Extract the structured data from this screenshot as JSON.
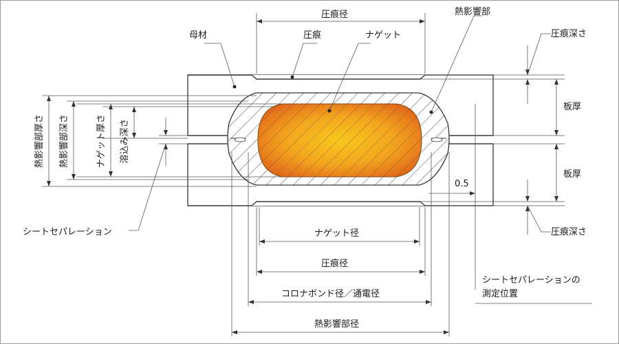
{
  "labels": {
    "base_metal": "母材",
    "indentation": "圧痕",
    "nugget": "ナゲット",
    "haz": "熱影響部",
    "indentation_diameter_top": "圧痕径",
    "indentation_depth_top": "圧痕深さ",
    "indentation_depth_bottom": "圧痕深さ",
    "plate_thickness_top": "板厚",
    "plate_thickness_bottom": "板厚",
    "dim_05": "0.5",
    "sheet_separation": "シートセパレーション",
    "sheet_separation_position_line1": "シートセパレーションの",
    "sheet_separation_position_line2": "測定位置",
    "nugget_diameter": "ナゲット径",
    "indentation_diameter_bottom": "圧痕径",
    "corona_bond_diameter": "コロナボンド径／通電径",
    "haz_diameter": "熱影響部径",
    "haz_thickness": "熱影響部厚さ",
    "haz_depth": "熱影響部深さ",
    "nugget_thickness": "ナゲット厚さ",
    "penetration_depth": "溶込み深さ"
  },
  "colors": {
    "nugget_fill_center": "#f7c21a",
    "nugget_fill_edge": "#e8701a",
    "line": "#333333"
  }
}
